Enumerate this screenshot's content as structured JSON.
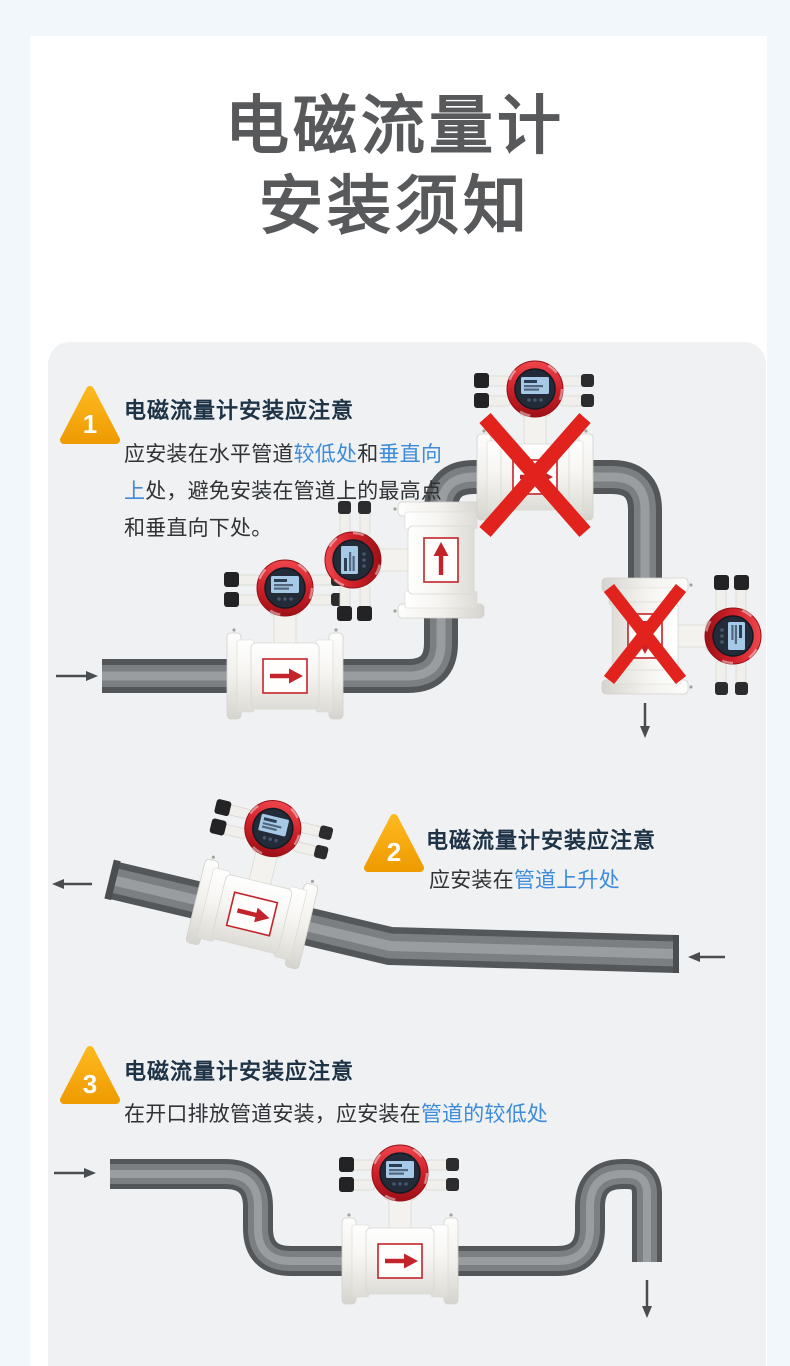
{
  "title": {
    "line1": "电磁流量计",
    "line2": "安装须知"
  },
  "sections": [
    {
      "badge": "1",
      "heading": "电磁流量计安装应注意",
      "body": [
        {
          "text": "应安装在水平管道",
          "highlight": false
        },
        {
          "text": "较低处",
          "highlight": true
        },
        {
          "text": "和",
          "highlight": false
        },
        {
          "text": "垂直向上",
          "highlight": true
        },
        {
          "text": "处，避免安装在管道上的最高点和垂直向下处。",
          "highlight": false
        }
      ]
    },
    {
      "badge": "2",
      "heading": "电磁流量计安装应注意",
      "body": [
        {
          "text": "应安装在",
          "highlight": false
        },
        {
          "text": "管道上升处",
          "highlight": true
        }
      ]
    },
    {
      "badge": "3",
      "heading": "电磁流量计安装应注意",
      "body": [
        {
          "text": "在开口排放管道安装，应安装在",
          "highlight": false
        },
        {
          "text": "管道的较低处",
          "highlight": true
        }
      ]
    }
  ],
  "icons": {
    "step_badge": "warning-triangle",
    "flow_arrow_right": "→",
    "flow_arrow_left": "←",
    "flow_arrow_down": "↓",
    "wrong_install_mark": "✕",
    "meter_flow_label": "➤"
  },
  "colors": {
    "page_background": "#F2F7FC",
    "card_background": "#FFFFFF",
    "panel_background": "#EFF1F3",
    "title_text": "#58595B",
    "heading_text": "#1F3346",
    "body_text": "#303336",
    "highlight_blue": "#3D8BD9",
    "badge_orange": "#F7A50D",
    "meter_red": "#C9252C",
    "error_cross_red": "#E2231D",
    "pipe_gray": "#7C7F82"
  }
}
